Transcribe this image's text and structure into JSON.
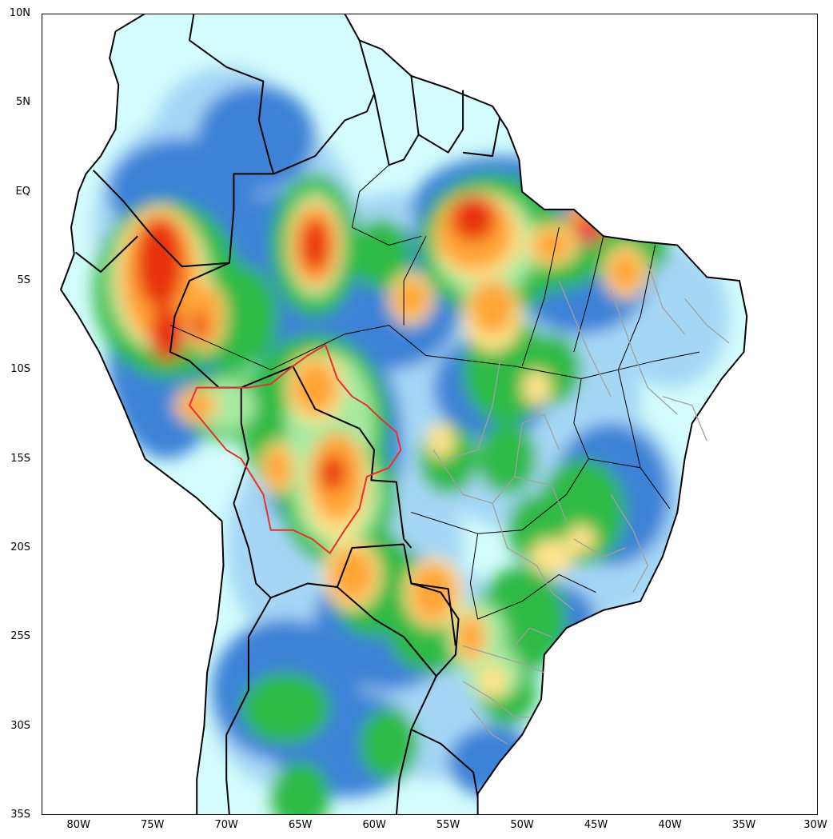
{
  "map": {
    "lat_axis": {
      "labels": [
        "10N",
        "5N",
        "EQ",
        "5S",
        "10S",
        "15S",
        "20S",
        "25S",
        "30S",
        "35S"
      ],
      "values": [
        10,
        5,
        0,
        -5,
        -10,
        -15,
        -20,
        -25,
        -30,
        -35
      ]
    },
    "lon_axis": {
      "labels": [
        "80W",
        "75W",
        "70W",
        "65W",
        "60W",
        "55W",
        "50W",
        "45W",
        "40W",
        "35W",
        "30W"
      ],
      "values": [
        -80,
        -75,
        -70,
        -65,
        -60,
        -55,
        -50,
        -45,
        -40,
        -35,
        -30
      ]
    },
    "extent": {
      "lon_min": -82.5,
      "lon_max": -30,
      "lat_min": -35,
      "lat_max": 10
    },
    "colors": {
      "background": "#ffffff",
      "level_1": "#d4fcfc",
      "level_2": "#a5d7f5",
      "level_3": "#3c82d7",
      "level_4": "#2fba45",
      "level_5": "#a6eaa0",
      "level_6": "#ffe48a",
      "level_7": "#ffa536",
      "level_8": "#e8310b",
      "level_9": "#e84b7c",
      "borders": "#000000",
      "state_borders": "#a0a0a0",
      "highlight_region": "#e83030"
    }
  }
}
